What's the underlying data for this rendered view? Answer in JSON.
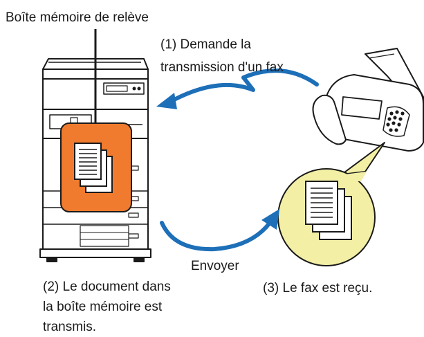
{
  "labels": {
    "polling_box": "Boîte mémoire de relève",
    "step1_line1": "(1) Demande la",
    "step1_line2": "transmission d'un fax",
    "send": "Envoyer",
    "step2_line1": "(2) Le document dans",
    "step2_line2": "la boîte mémoire est",
    "step2_line3": "transmis.",
    "step3": "(3) Le fax est reçu."
  },
  "colors": {
    "line": "#1a1a1a",
    "arrow": "#1d6fb8",
    "memory_box": "#f07b2e",
    "received_circle": "#f3f0a6",
    "device_fill": "#ffffff"
  },
  "icons": {
    "copier": "multifunction-printer-icon",
    "fax": "fax-machine-icon",
    "stored_docs": "document-stack-icon",
    "received_docs": "document-stack-icon"
  }
}
